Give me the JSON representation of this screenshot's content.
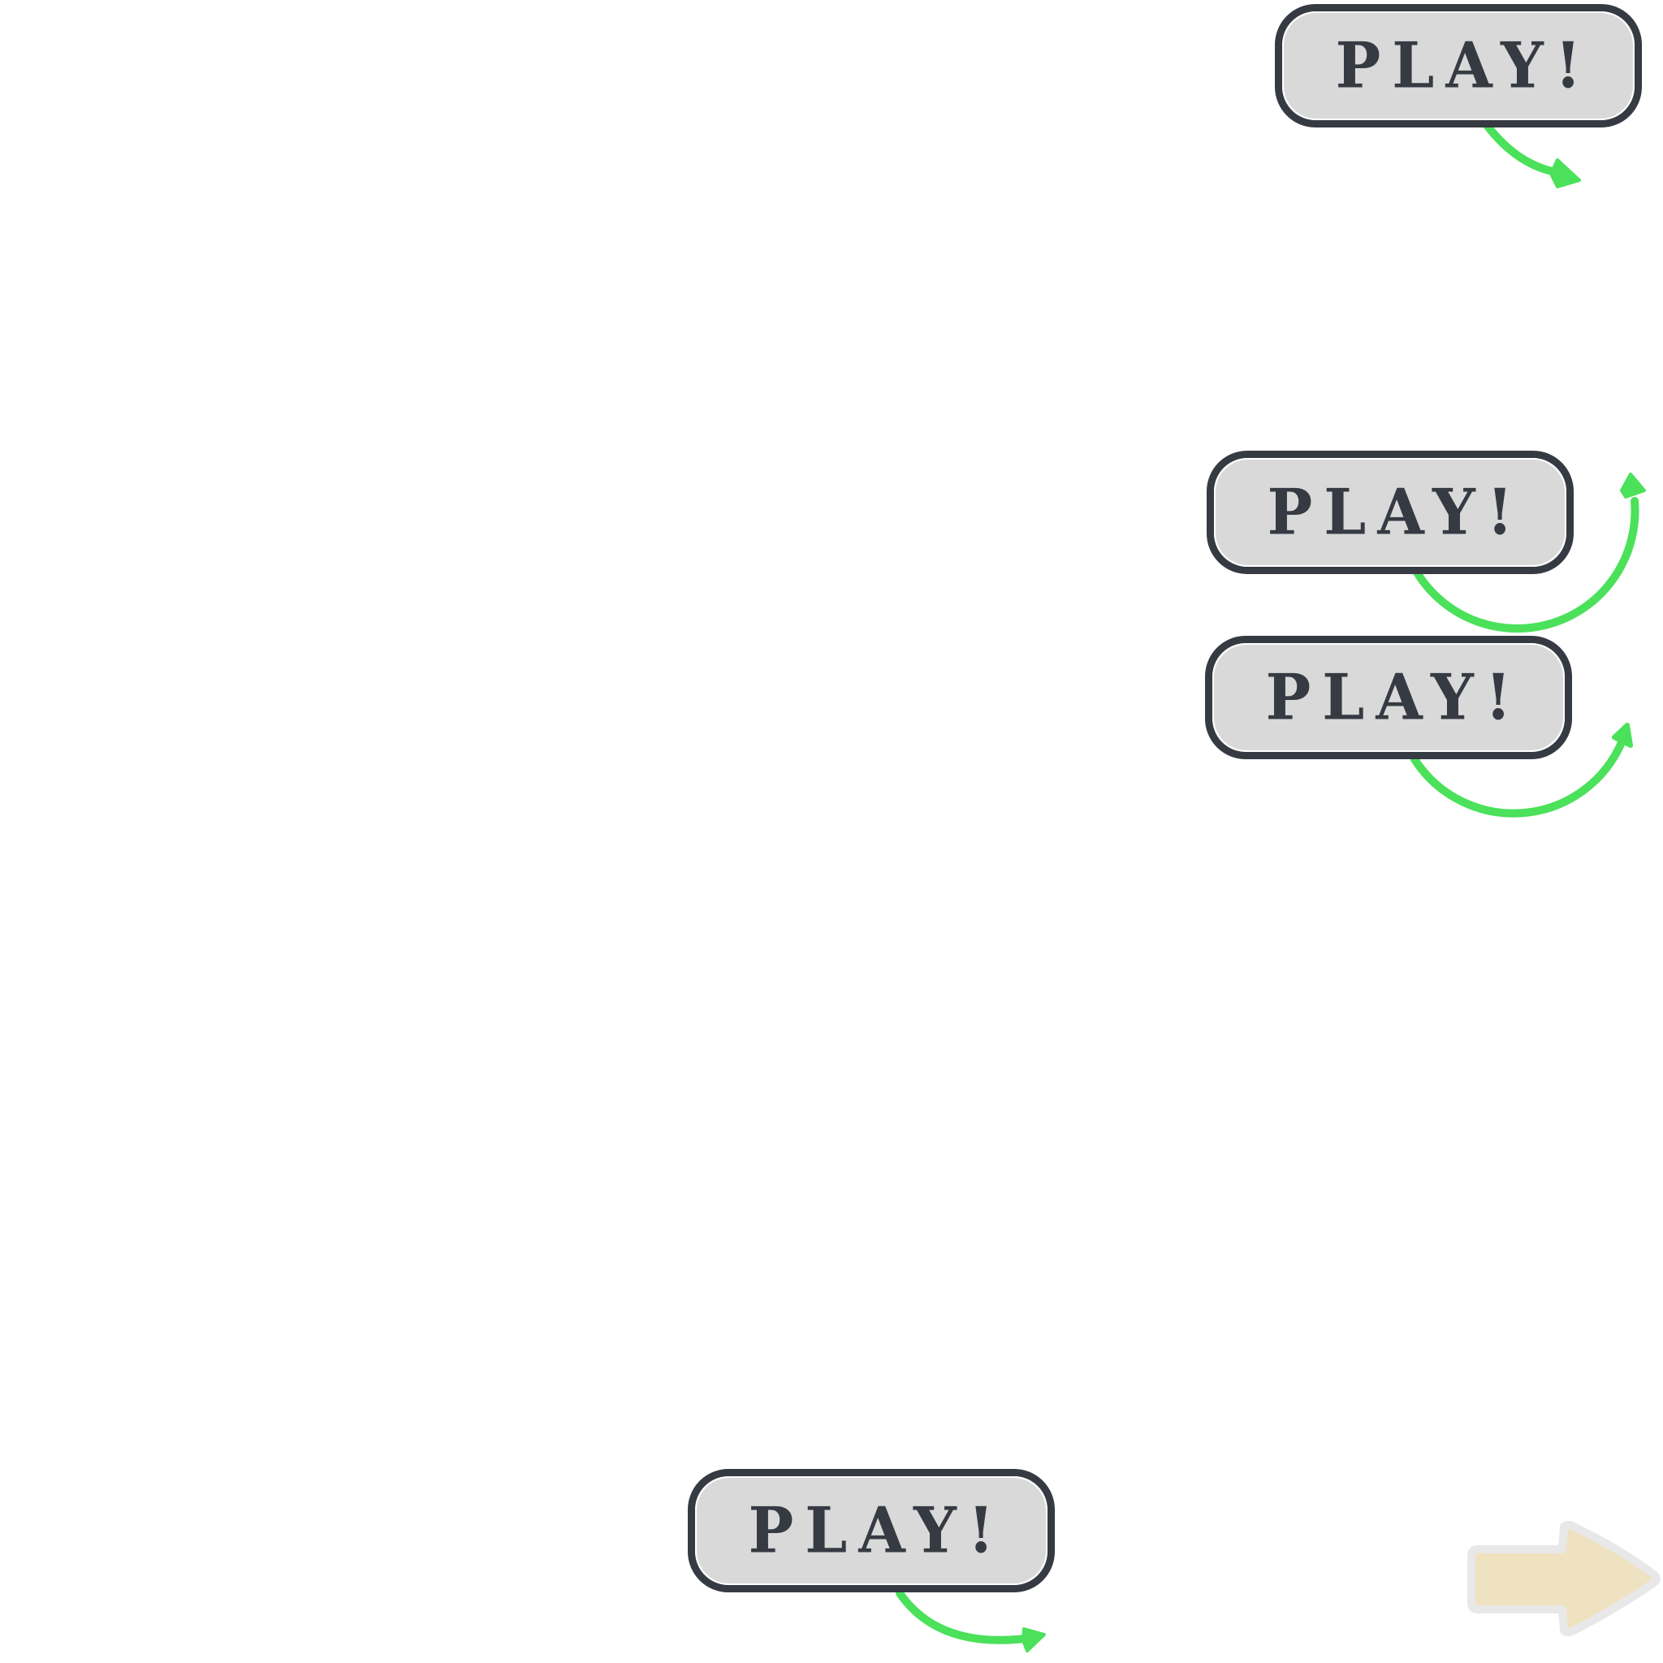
{
  "buttons": [
    {
      "label": "PLAY!",
      "arrow_direction": "down-right"
    },
    {
      "label": "PLAY!",
      "arrow_direction": "up-right"
    },
    {
      "label": "PLAY!",
      "arrow_direction": "up-right"
    },
    {
      "label": "PLAY!",
      "arrow_direction": "down-right"
    }
  ],
  "colors": {
    "button_fill": "#d9d9d9",
    "button_border": "#363a42",
    "text": "#363a42",
    "arrow_green": "#4be15a",
    "next_arrow_fill": "#efe2c0",
    "next_arrow_border": "#e8e8e8"
  },
  "icons": {
    "curved_arrow": "curved-arrow-icon",
    "next_arrow": "right-arrow-icon"
  }
}
